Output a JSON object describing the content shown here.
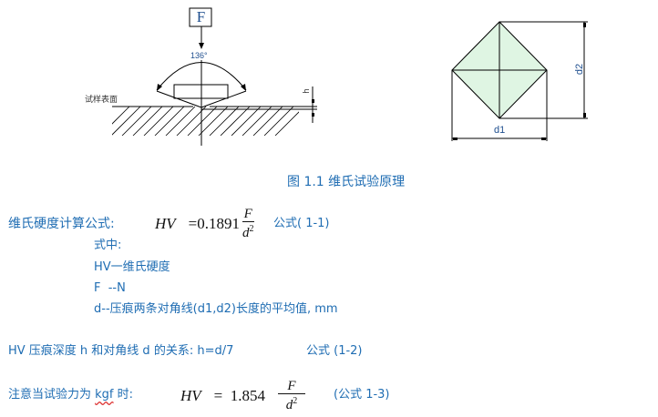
{
  "diagram_left": {
    "force_label": "F",
    "angle_label": "136°",
    "surface_label": "试样表面",
    "depth_label": "h"
  },
  "diagram_right": {
    "d1_label": "d1",
    "d2_label": "d2",
    "fill_color": "#dff5e3"
  },
  "caption": "图 1.1 维氏试验原理",
  "formula1": {
    "label": "维氏硬度计算公式:",
    "lhs": "HV",
    "eq": "=0.1891",
    "numerator": "F",
    "denominator": "d",
    "exponent": "2",
    "tag": "公式( 1-1)"
  },
  "where": {
    "title": "式中:",
    "items": [
      "HV一维氏硬度",
      "F  --N",
      "d--压痕两条对角线(d1,d2)长度的平均值, mm"
    ]
  },
  "relation": {
    "text": "HV 压痕深度 h 和对角线 d 的关系: h=d/7",
    "tag": "公式 (1-2)"
  },
  "formula3": {
    "label_prefix": "注意当试验力为 ",
    "label_unit": "kgf",
    "label_suffix": " 时:",
    "lhs": "HV",
    "eq": "=  1.854",
    "numerator": "F",
    "denominator": "d",
    "exponent": "2",
    "tag": "(公式 1-3)"
  },
  "colors": {
    "text_blue": "#1f6db3",
    "line": "#000000"
  }
}
